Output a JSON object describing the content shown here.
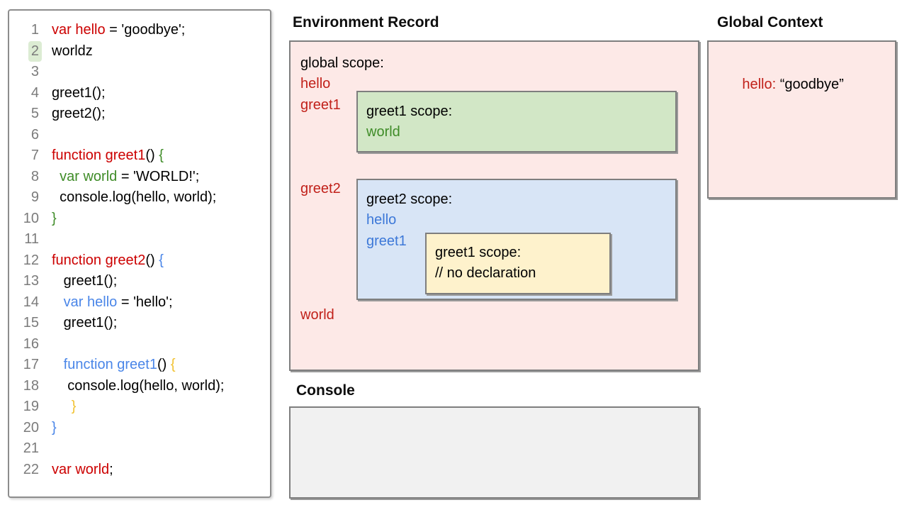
{
  "colors": {
    "code-red": "#cc0000",
    "code-green": "#3f8c28",
    "code-blue": "#4a86e8",
    "code-yellow": "#f1c232",
    "code-black": "#000000",
    "diagram-red": "#c1211a",
    "diagram-blue": "#3c78d8",
    "diagram-green": "#3f8c28",
    "pink-fill": "#fde9e7",
    "green-fill": "#d2e7c6",
    "blue-fill": "#d8e5f6",
    "yellow-fill": "#fef2cc",
    "console-fill": "#f1f1f1",
    "box-border": "#7e7e7e",
    "line-number": "#7b7b7b",
    "line-highlight": "#dcecd3"
  },
  "code_panel": {
    "lines": [
      {
        "n": "1",
        "hl": false,
        "seg": [
          [
            "var hello",
            "red"
          ],
          [
            " = 'goodbye';",
            "k"
          ]
        ]
      },
      {
        "n": "2",
        "hl": true,
        "seg": [
          [
            "worldz",
            "k"
          ]
        ]
      },
      {
        "n": "3",
        "hl": false,
        "seg": []
      },
      {
        "n": "4",
        "hl": false,
        "seg": [
          [
            "greet1();",
            "k"
          ]
        ]
      },
      {
        "n": "5",
        "hl": false,
        "seg": [
          [
            "greet2();",
            "k"
          ]
        ]
      },
      {
        "n": "6",
        "hl": false,
        "seg": []
      },
      {
        "n": "7",
        "hl": false,
        "seg": [
          [
            "function greet1",
            "red"
          ],
          [
            "() ",
            "k"
          ],
          [
            "{",
            "green"
          ]
        ]
      },
      {
        "n": "8",
        "hl": false,
        "seg": [
          [
            "  ",
            "k"
          ],
          [
            "var world",
            "green"
          ],
          [
            " = 'WORLD!';",
            "k"
          ]
        ]
      },
      {
        "n": "9",
        "hl": false,
        "seg": [
          [
            "  console.log(hello, world);",
            "k"
          ]
        ]
      },
      {
        "n": "10",
        "hl": false,
        "seg": [
          [
            "}",
            "green"
          ]
        ]
      },
      {
        "n": "11",
        "hl": false,
        "seg": []
      },
      {
        "n": "12",
        "hl": false,
        "seg": [
          [
            "function greet2",
            "red"
          ],
          [
            "() ",
            "k"
          ],
          [
            "{",
            "blue"
          ]
        ]
      },
      {
        "n": "13",
        "hl": false,
        "seg": [
          [
            "   greet1();",
            "k"
          ]
        ]
      },
      {
        "n": "14",
        "hl": false,
        "seg": [
          [
            "   ",
            "k"
          ],
          [
            "var hello",
            "blue"
          ],
          [
            " = 'hello';",
            "k"
          ]
        ]
      },
      {
        "n": "15",
        "hl": false,
        "seg": [
          [
            "   greet1();",
            "k"
          ]
        ]
      },
      {
        "n": "16",
        "hl": false,
        "seg": []
      },
      {
        "n": "17",
        "hl": false,
        "seg": [
          [
            "   ",
            "k"
          ],
          [
            "function greet1",
            "blue"
          ],
          [
            "() ",
            "k"
          ],
          [
            "{",
            "yellow"
          ]
        ]
      },
      {
        "n": "18",
        "hl": false,
        "seg": [
          [
            "    console.log(hello, world);",
            "k"
          ]
        ]
      },
      {
        "n": "19",
        "hl": false,
        "seg": [
          [
            "     ",
            "k"
          ],
          [
            "}",
            "yellow"
          ]
        ]
      },
      {
        "n": "20",
        "hl": false,
        "seg": [
          [
            "}",
            "blue"
          ]
        ]
      },
      {
        "n": "21",
        "hl": false,
        "seg": []
      },
      {
        "n": "22",
        "hl": false,
        "seg": [
          [
            "var world",
            "red"
          ],
          [
            ";",
            "k"
          ]
        ]
      }
    ]
  },
  "environment_record": {
    "title": "Environment Record",
    "global_scope_label": "global scope:",
    "binding_hello": "hello",
    "binding_greet1": "greet1",
    "binding_greet2": "greet2",
    "binding_world": "world",
    "greet1_scope": {
      "label": "greet1 scope:",
      "binding_world": "world"
    },
    "greet2_scope": {
      "label": "greet2 scope:",
      "binding_hello": "hello",
      "binding_greet1": "greet1",
      "greet1_scope": {
        "label": "greet1 scope:",
        "comment": "// no declaration"
      }
    }
  },
  "global_context": {
    "title": "Global Context",
    "entry_key": "hello:",
    "entry_value": "“goodbye”"
  },
  "console_panel": {
    "title": "Console"
  }
}
